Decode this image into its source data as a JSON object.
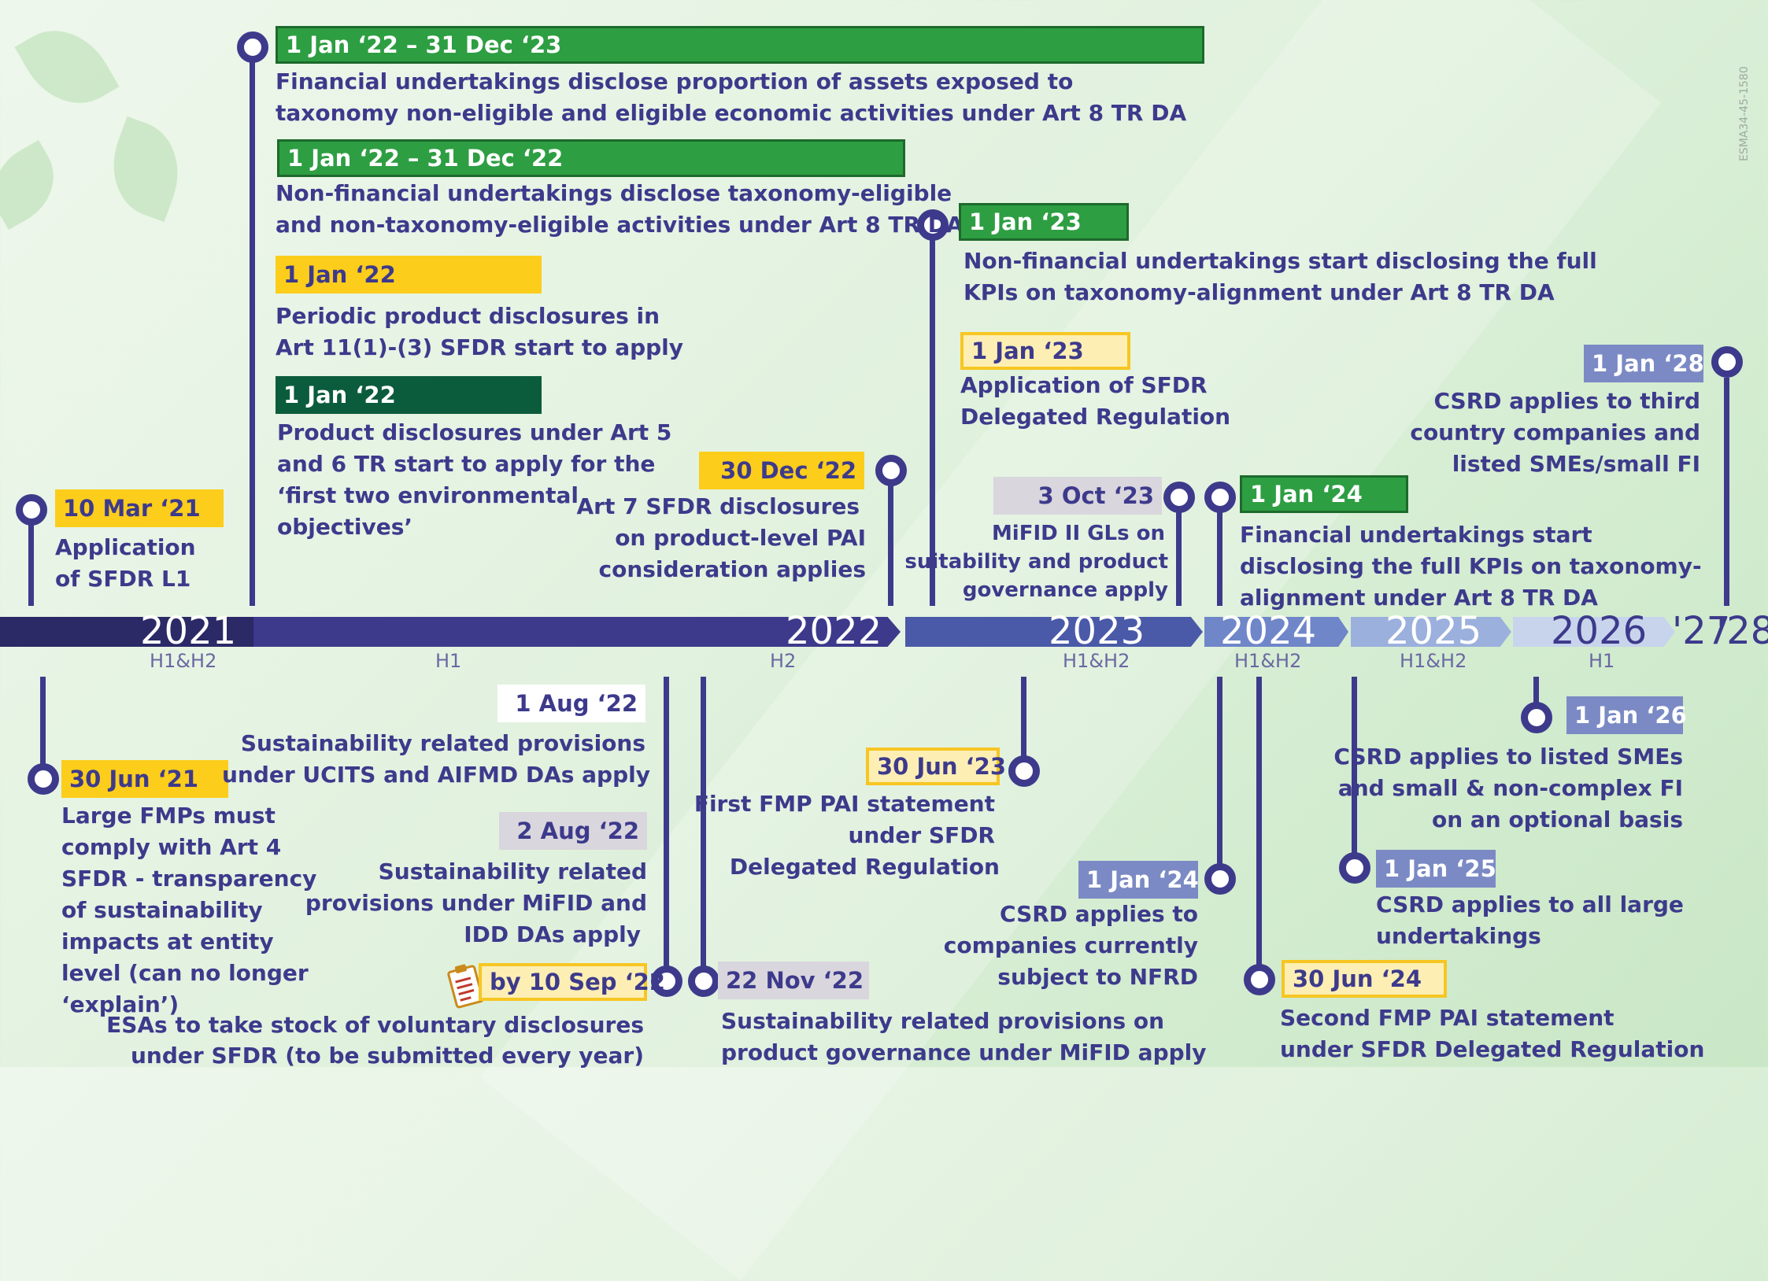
{
  "doc_ref": "ESMA34-45-1580",
  "timeline": {
    "years": [
      "2021",
      "2022",
      "2023",
      "2024",
      "2025",
      "2026",
      "'27",
      "'28"
    ],
    "halves": [
      "H1&H2",
      "H1",
      "H2",
      "H1&H2",
      "H1&H2",
      "H1&H2",
      "H1"
    ]
  },
  "events": {
    "e1": {
      "date": "1 Jan ‘22 – 31 Dec ‘23",
      "l1": "Financial undertakings disclose proportion of assets exposed to",
      "l2": "taxonomy non-eligible and eligible economic activities under Art 8 TR DA"
    },
    "e2": {
      "date": "1 Jan ‘22 – 31 Dec ‘22",
      "l1": "Non-financial undertakings disclose taxonomy-eligible",
      "l2": " and non-taxonomy-eligible activities under Art 8 TR DA"
    },
    "e3": {
      "date": "1 Jan ‘22",
      "l1": "Periodic product disclosures in",
      "l2": "Art 11(1)-(3) SFDR start to apply"
    },
    "e4": {
      "date": "1 Jan ‘22",
      "l1": "Product disclosures under Art 5",
      "l2": "and 6 TR start to apply for the",
      "l3": "‘first two environmental",
      "l4": "objectives’"
    },
    "e5": {
      "date": "10 Mar ‘21",
      "l1": "Application",
      "l2": "of SFDR L1"
    },
    "e6": {
      "date": "30 Dec ‘22",
      "l1": "Art 7 SFDR disclosures",
      "l2": "on product-level PAI",
      "l3": "consideration applies"
    },
    "e7": {
      "date": "1 Jan ‘23",
      "l1": "Non-financial undertakings start disclosing the full",
      "l2": "KPIs on taxonomy-alignment under Art 8 TR DA"
    },
    "e8": {
      "date": "1 Jan ‘23",
      "l1": "Application of SFDR",
      "l2": "Delegated Regulation"
    },
    "e9": {
      "date": "3 Oct ‘23",
      "l1": "MiFID II GLs on",
      "l2": "suitability and product",
      "l3": "governance apply"
    },
    "e10": {
      "date": "1 Jan ‘24",
      "l1": "Financial undertakings start",
      "l2": "disclosing the full KPIs on taxonomy-",
      "l3": "alignment under Art 8 TR DA"
    },
    "e11": {
      "date": "1 Jan ‘28",
      "l1": "CSRD applies to third",
      "l2": "country companies and",
      "l3": "listed SMEs/small FI"
    },
    "e12": {
      "date": "30 Jun ‘21",
      "l1": "Large FMPs must",
      "l2": "comply with Art 4",
      "l3": "SFDR - transparency",
      "l4": "of sustainability",
      "l5": "impacts at entity",
      "l6": "level (can no longer",
      "l7": "‘explain’)"
    },
    "e13": {
      "date": "1 Aug ‘22",
      "l1": "Sustainability related provisions",
      "l2": "under UCITS and AIFMD DAs apply"
    },
    "e14": {
      "date": "2 Aug ‘22",
      "l1": "Sustainability related",
      "l2": "provisions under MiFID and",
      "l3": "IDD DAs apply"
    },
    "e15": {
      "date": "by 10 Sep ‘22",
      "l1": "ESAs to take stock of voluntary disclosures",
      "l2": "under SFDR (to be submitted every year)"
    },
    "e16": {
      "date": "22 Nov ‘22",
      "l1": "Sustainability related provisions on",
      "l2": "product governance under MiFID apply"
    },
    "e17": {
      "date": "30 Jun ‘23",
      "l1": "First FMP PAI statement",
      "l2": "under SFDR",
      "l3": "Delegated Regulation"
    },
    "e18": {
      "date": "1 Jan ‘24",
      "l1": "CSRD applies to",
      "l2": "companies currently",
      "l3": "subject to NFRD"
    },
    "e19": {
      "date": "30 Jun ‘24",
      "l1": "Second FMP PAI statement",
      "l2": "under SFDR Delegated Regulation"
    },
    "e20": {
      "date": "1 Jan ‘25",
      "l1": "CSRD applies to all large",
      "l2": "undertakings"
    },
    "e21": {
      "date": "1 Jan ‘26",
      "l1": "CSRD applies to listed SMEs",
      "l2": "and small & non-complex FI",
      "l3": "on an optional basis"
    }
  },
  "colors": {
    "navy": "#3d3a8c",
    "green": "#2e9e43",
    "dark_green": "#0b5c3c",
    "yellow": "#fccd1b",
    "light_yellow": "#fdefb3",
    "grey": "#d9d6dd",
    "blue": "#7b8ac4"
  }
}
